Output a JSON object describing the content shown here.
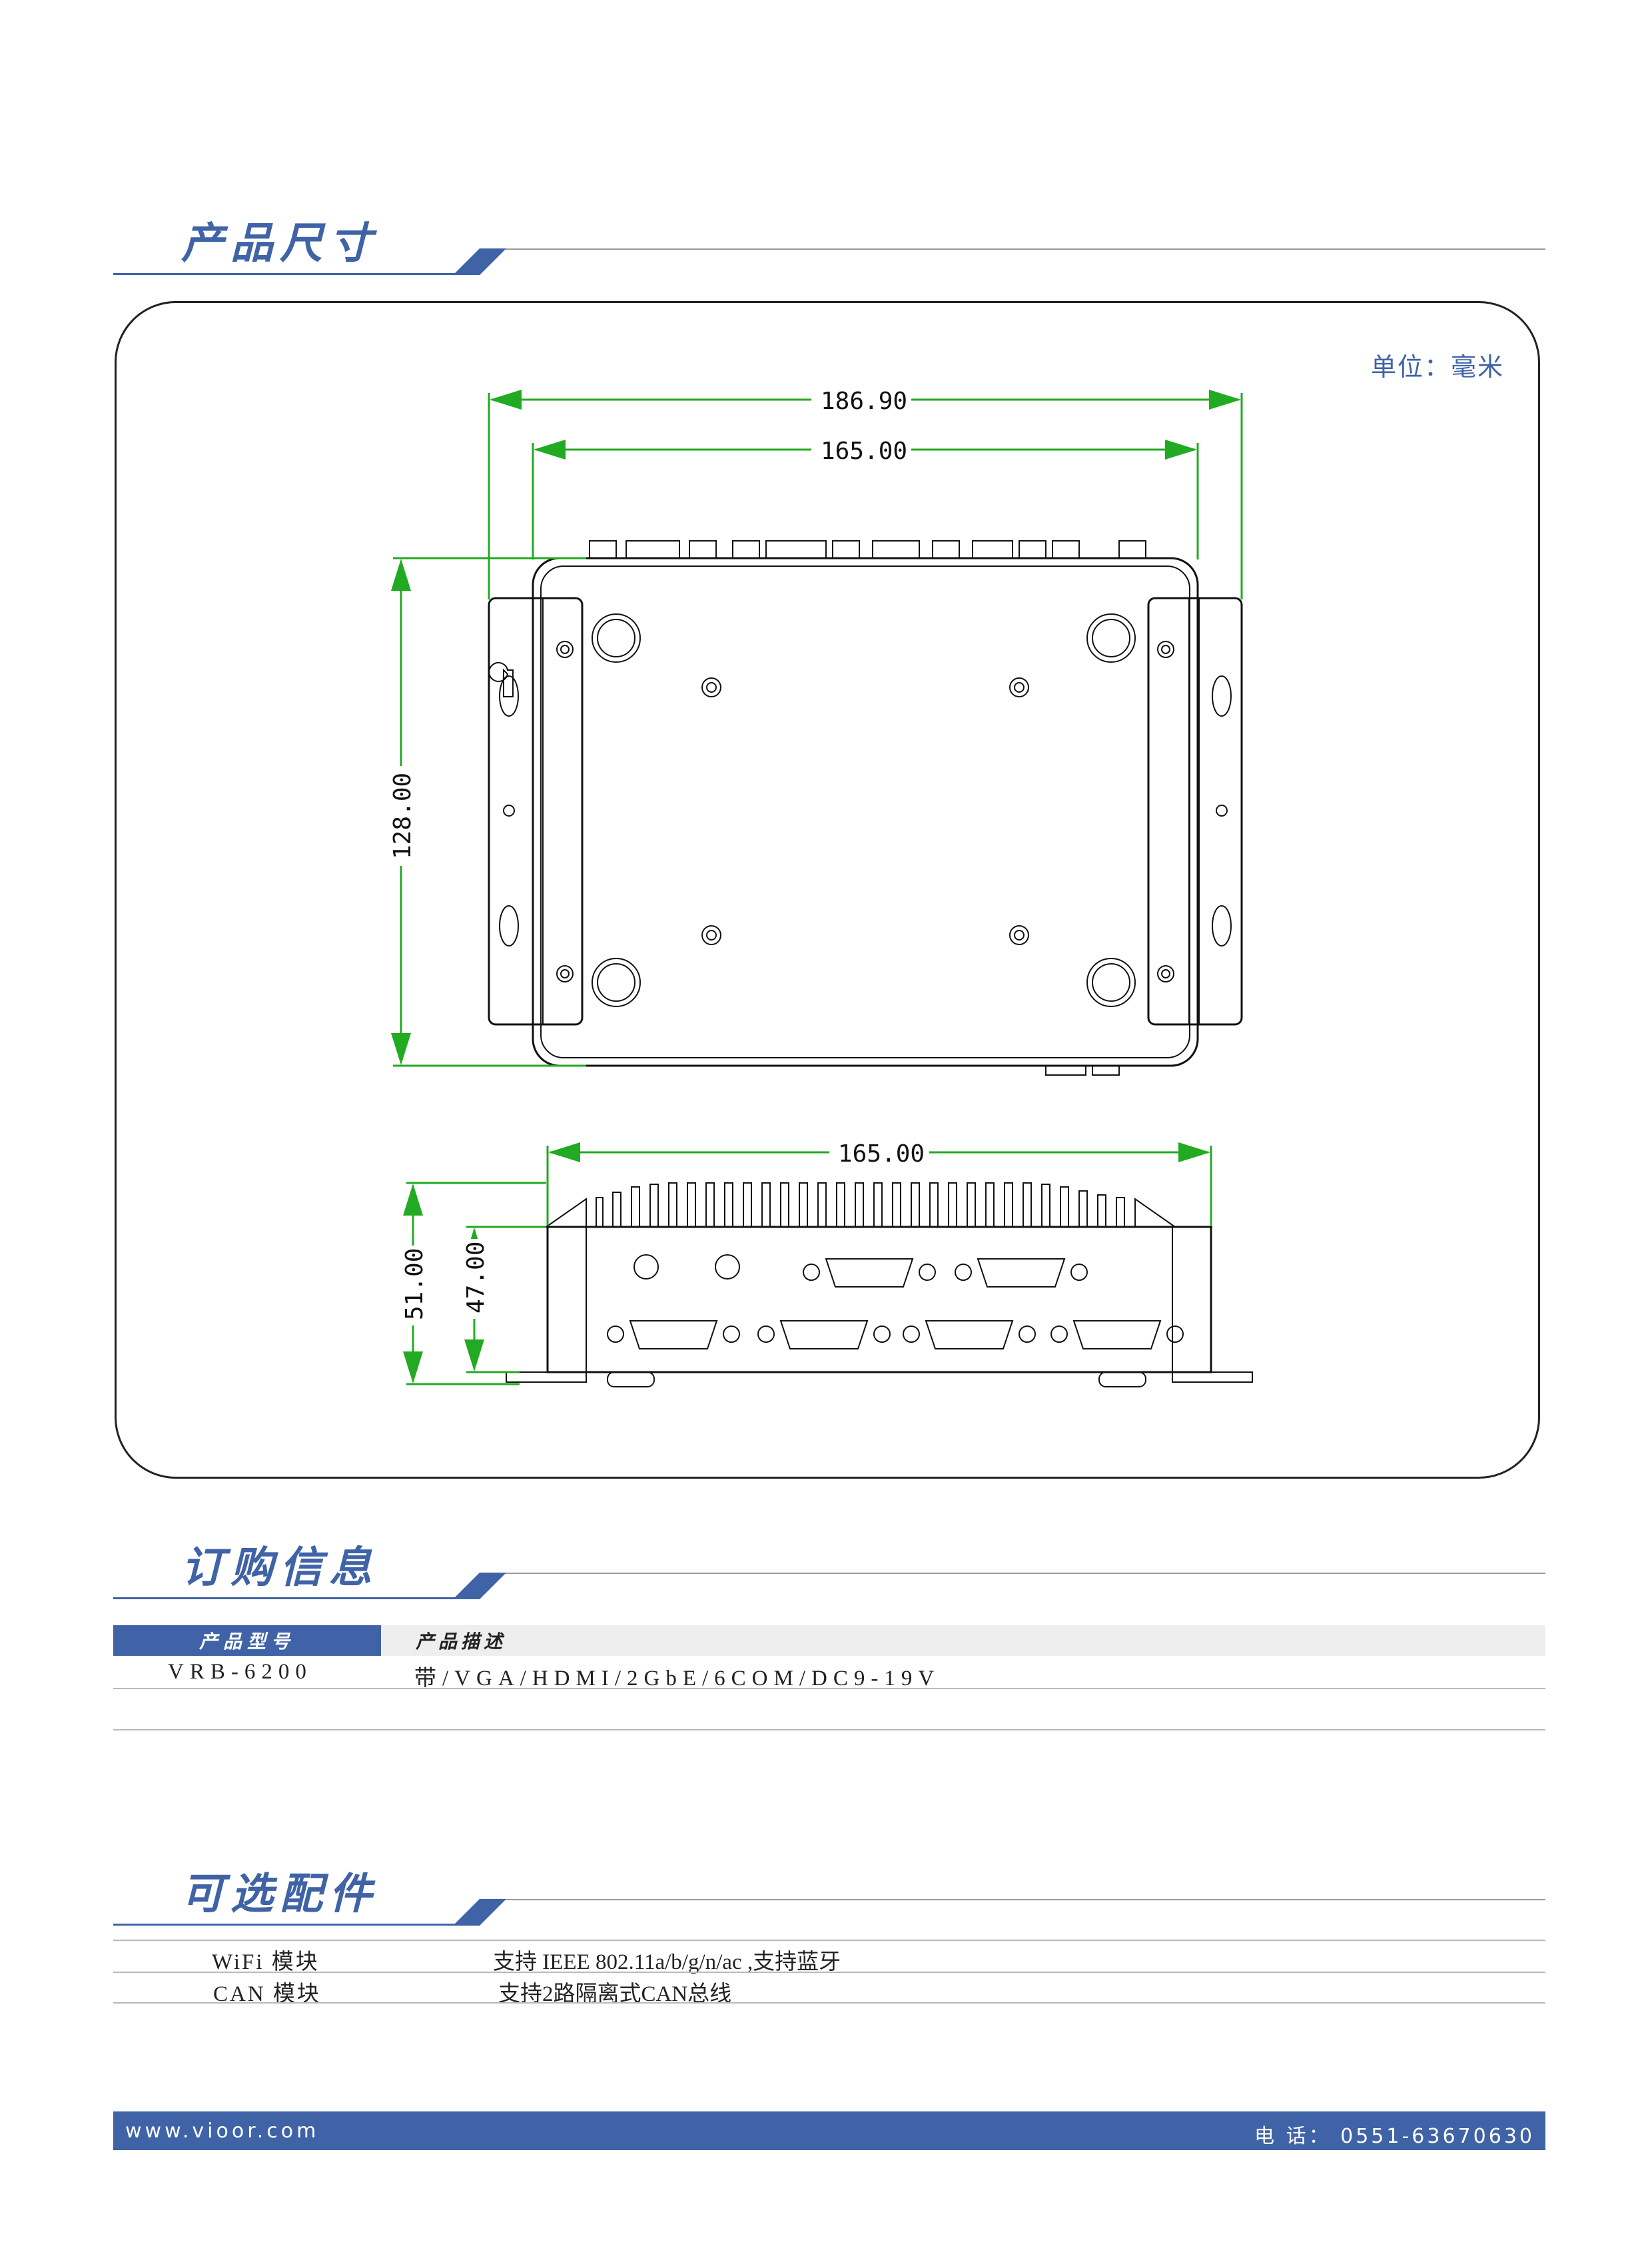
{
  "sections": {
    "dimensions_title": "产品尺寸",
    "order_title": "订购信息",
    "accessories_title": "可选配件"
  },
  "dimensions": {
    "unit_label": "单位：毫米",
    "top_width_overall": "186.90",
    "top_width_body": "165.00",
    "top_depth": "128.00",
    "front_width": "165.00",
    "front_height_overall": "51.00",
    "front_height_body": "47.00"
  },
  "order": {
    "header_model": "产品型号",
    "header_desc": "产品描述",
    "rows": [
      {
        "model": "VRB-6200",
        "desc": "带/VGA/HDMI/2GbE/6COM/DC9-19V"
      }
    ]
  },
  "accessories": [
    {
      "name": "WiFi 模块",
      "desc": "支持 IEEE 802.11a/b/g/n/ac ,支持蓝牙"
    },
    {
      "name": "CAN 模块",
      "desc": "支持2路隔离式CAN总线"
    }
  ],
  "footer": {
    "website": "www.vioor.com",
    "phone": "电 话： 0551-63670630"
  },
  "colors": {
    "brand": "#3f63a6",
    "dimension_line": "#22aa22"
  }
}
